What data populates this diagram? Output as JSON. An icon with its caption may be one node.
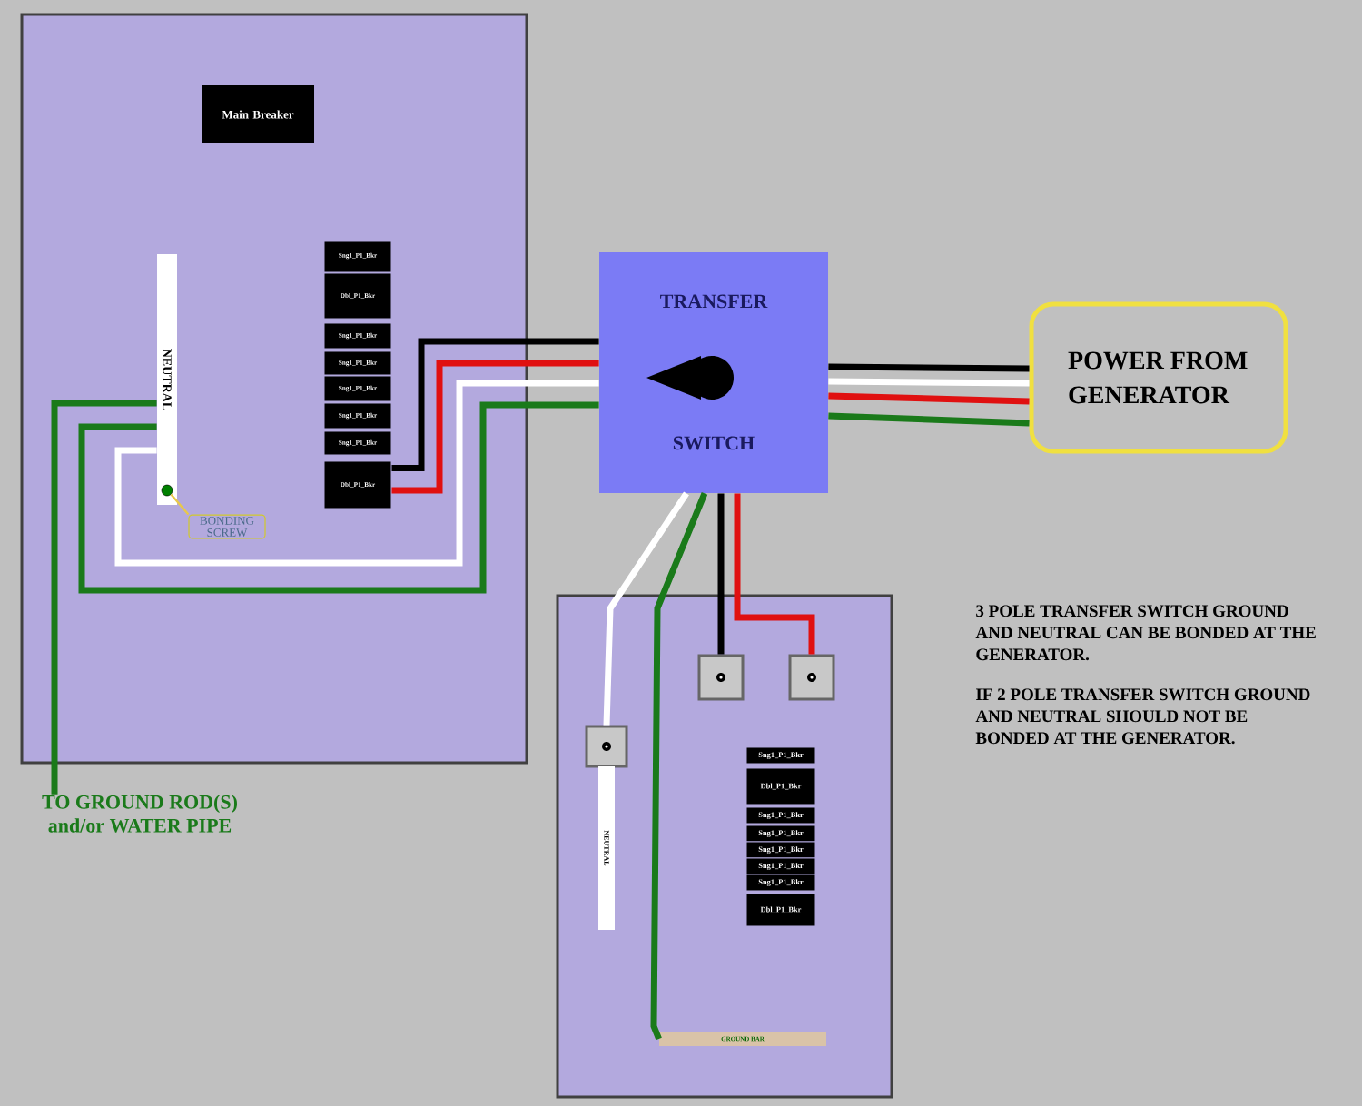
{
  "diagram": {
    "nodes": [
      {
        "text": [],
        "shape": "box"
      },
      {
        "text": [
          "Main Breaker"
        ],
        "in": 0
      },
      {
        "text": [
          "NEUTRAL"
        ],
        "in": 0
      },
      {
        "text": [],
        "shape": "circle",
        "in": 2
      },
      {
        "text": [
          "BONDING SCREW"
        ],
        "in": 0
      },
      {
        "text": [
          "Sng1_P1_Bkr"
        ],
        "in": 0
      },
      {
        "text": [
          "Dbl_P1_Bkr"
        ],
        "in": 0
      },
      {
        "text": [
          "Sng1_P1_Bkr"
        ],
        "in": 0
      },
      {
        "text": [
          "Sng1_P1_Bkr"
        ],
        "in": 0
      },
      {
        "text": [
          "Sng1_P1_Bkr"
        ],
        "in": 0
      },
      {
        "text": [
          "Sng1_P1_Bkr"
        ],
        "in": 0
      },
      {
        "text": [
          "Sng1_P1_Bkr"
        ],
        "in": 0
      },
      {
        "text": [
          "Dbl_P1_Bkr"
        ],
        "in": 0
      },
      {
        "text": [
          "TRANSFER",
          "SWITCH"
        ]
      },
      {
        "text": [
          "POWER FROM GENERATOR"
        ]
      },
      {
        "text": [],
        "shape": "box"
      },
      {
        "text": [],
        "shape": "box",
        "in": 15
      },
      {
        "text": [],
        "shape": "box",
        "in": 15
      },
      {
        "text": [],
        "shape": "box",
        "in": 15
      },
      {
        "text": [
          "NEUTRAL"
        ],
        "in": 15
      },
      {
        "text": [
          "Sng1_P1_Bkr"
        ],
        "in": 15
      },
      {
        "text": [
          "Dbl_P1_Bkr"
        ],
        "in": 15
      },
      {
        "text": [
          "Sng1_P1_Bkr"
        ],
        "in": 15
      },
      {
        "text": [
          "Sng1_P1_Bkr"
        ],
        "in": 15
      },
      {
        "text": [
          "Sng1_P1_Bkr"
        ],
        "in": 15
      },
      {
        "text": [
          "Sng1_P1_Bkr"
        ],
        "in": 15
      },
      {
        "text": [
          "Sng1_P1_Bkr"
        ],
        "in": 15
      },
      {
        "text": [
          "Dbl_P1_Bkr"
        ],
        "in": 15
      },
      {
        "text": [
          "GROUND BAR"
        ],
        "in": 15
      },
      {
        "text": [
          "TO GROUND ROD(S) and/or WATER PIPE"
        ]
      }
    ],
    "edges": [
      {
        "from": 12,
        "to": 13,
        "arrow": "none",
        "color": "#000000"
      },
      {
        "from": 12,
        "to": 13,
        "arrow": "none",
        "color": "#e01010"
      },
      {
        "from": 2,
        "to": 13,
        "arrow": "none",
        "color": "#ffffff"
      },
      {
        "from": 2,
        "to": 13,
        "arrow": "none",
        "color": "#1a7a1a"
      },
      {
        "from": 2,
        "to": 29,
        "arrow": "none",
        "color": "#1a7a1a"
      },
      {
        "from": 4,
        "to": 3,
        "arrow": "none",
        "color": "#e8c84a"
      },
      {
        "from": 13,
        "to": 14,
        "arrow": "none",
        "color": "#000000"
      },
      {
        "from": 13,
        "to": 14,
        "arrow": "none",
        "color": "#ffffff"
      },
      {
        "from": 13,
        "to": 14,
        "arrow": "none",
        "color": "#e01010"
      },
      {
        "from": 13,
        "to": 14,
        "arrow": "none",
        "color": "#1a7a1a"
      },
      {
        "from": 13,
        "to": 18,
        "arrow": "none",
        "color": "#ffffff"
      },
      {
        "from": 13,
        "to": 28,
        "arrow": "none",
        "color": "#1a7a1a"
      },
      {
        "from": 13,
        "to": 16,
        "arrow": "none",
        "color": "#000000"
      },
      {
        "from": 13,
        "to": 17,
        "arrow": "none",
        "color": "#e01010"
      }
    ],
    "labels": [
      "3 POLE TRANSFER SWITCH GROUND AND NEUTRAL CAN BE BONDED AT THE GENERATOR.",
      "IF 2 POLE TRANSFER SWITCH GROUND AND NEUTRAL SHOULD NOT BE BONDED AT THE GENERATOR."
    ]
  }
}
